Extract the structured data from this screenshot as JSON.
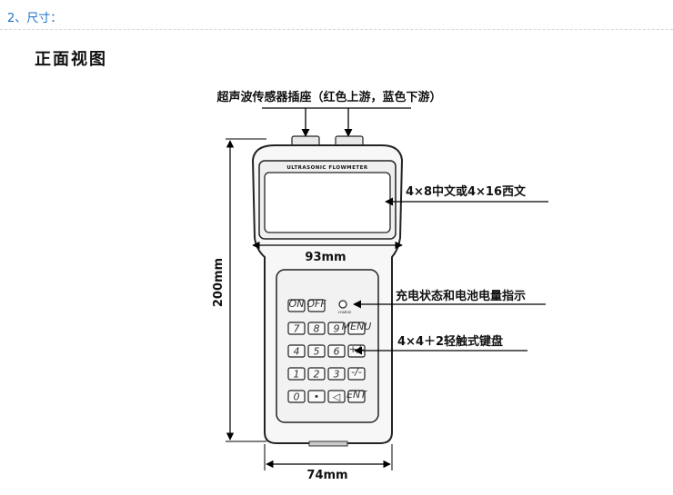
{
  "header": {
    "section_link": "2、尺寸："
  },
  "figure": {
    "title": "正面视图",
    "callouts": {
      "sensor": "超声波传感器插座（红色上游，蓝色下游）",
      "display": "4×8中文或4×16西文",
      "charge": "充电状态和电池电量指示",
      "keypad": "4×4＋2轻触式键盘"
    },
    "dimensions": {
      "height": "200mm",
      "width_top": "93mm",
      "width_bottom": "74mm"
    },
    "device": {
      "screen_label": "ULTRASONIC FLOWMETER",
      "indicator_label": "CHARGE",
      "keys": [
        "ON",
        "OFF",
        "7",
        "8",
        "9",
        "MENU",
        "4",
        "5",
        "6",
        "+/-",
        "1",
        "2",
        "3",
        "-/-",
        "0",
        "•",
        "◁",
        "ENT"
      ]
    }
  }
}
